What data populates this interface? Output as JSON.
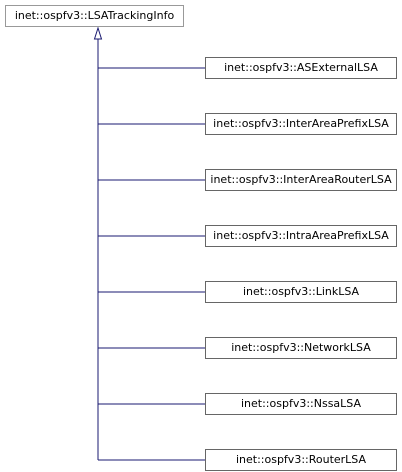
{
  "diagram": {
    "base_class": "inet::ospfv3::LSATrackingInfo",
    "derived_classes": [
      "inet::ospfv3::ASExternalLSA",
      "inet::ospfv3::InterAreaPrefixLSA",
      "inet::ospfv3::InterAreaRouterLSA",
      "inet::ospfv3::IntraAreaPrefixLSA",
      "inet::ospfv3::LinkLSA",
      "inet::ospfv3::NetworkLSA",
      "inet::ospfv3::NssaLSA",
      "inet::ospfv3::RouterLSA"
    ],
    "colors": {
      "edge": "#191970",
      "node_border": "#666666",
      "base_border": "#999999"
    }
  }
}
